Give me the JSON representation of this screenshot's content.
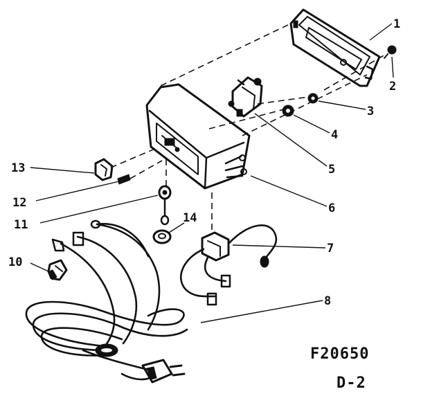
{
  "figure": {
    "code": "F20650",
    "page": "D-2"
  },
  "callouts": [
    "1",
    "2",
    "3",
    "4",
    "5",
    "6",
    "7",
    "8",
    "10",
    "11",
    "12",
    "13",
    "14"
  ]
}
